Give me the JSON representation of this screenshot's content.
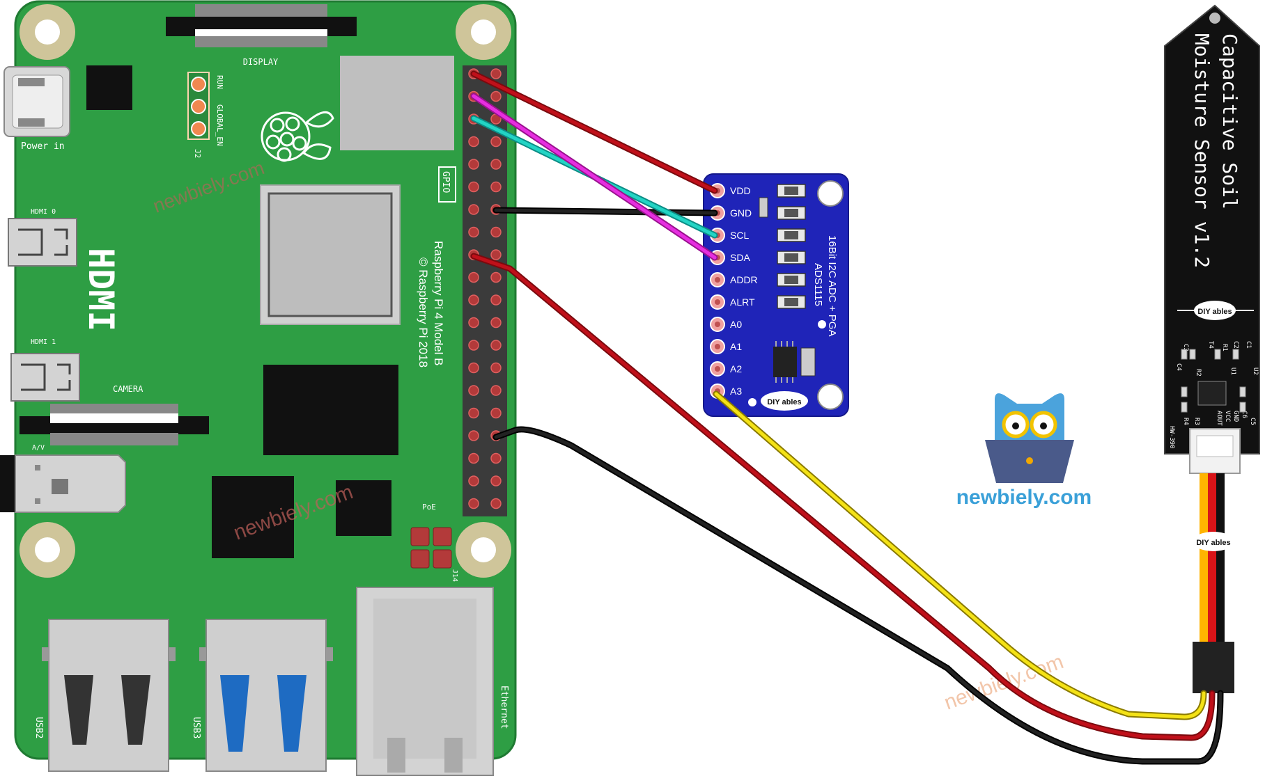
{
  "raspberry_pi": {
    "display_label": "DISPLAY",
    "power_label": "Power in",
    "hdmi0_label": "HDMI 0",
    "hdmi1_label": "HDMI 1",
    "hdmi_big_label": "HDMI",
    "camera_label": "CAMERA",
    "av_label": "A/V",
    "run_label": "RUN",
    "global_en_label": "GLOBAL_EN",
    "j2_label": "J2",
    "gpio_label": "GPIO",
    "model_line1": "Raspberry Pi 4 Model B",
    "model_line2": "© Raspberry Pi 2018",
    "poe_label": "PoE",
    "j14_label": "J14",
    "usb2_label": "USB2",
    "usb3_label": "USB3",
    "ethernet_label": "Ethernet"
  },
  "adc_module": {
    "title_line1": "16Bit I2C ADC + PGA",
    "title_line2": "ADS1115",
    "pins": [
      "VDD",
      "GND",
      "SCL",
      "SDA",
      "ADDR",
      "ALRT",
      "A0",
      "A1",
      "A2",
      "A3"
    ],
    "logo": "DIY ables"
  },
  "sensor": {
    "title_line1": "Capacitive Soil",
    "title_line2": "Moisture Sensor v1.2",
    "logo": "DIY ables",
    "silk_labels": [
      "C3",
      "C4",
      "T4",
      "R1",
      "C2",
      "C1",
      "U2",
      "R2",
      "U1",
      "AOUT",
      "VCC",
      "GND",
      "C6",
      "C5",
      "R4",
      "R3",
      "HW-390"
    ]
  },
  "branding": {
    "site": "newbiely.com",
    "watermark": "newbiely.com"
  },
  "colors": {
    "pcb_green": "#2e9e44",
    "adc_blue": "#1f24b8",
    "wire_red": "#c0101a",
    "wire_black": "#111111",
    "wire_yellow": "#f4e216",
    "wire_magenta": "#e62ee0",
    "wire_cyan": "#22d4c4",
    "brand_blue": "#3aa0d8"
  },
  "wires": [
    {
      "name": "vdd-wire",
      "color": "red"
    },
    {
      "name": "gnd-wire",
      "color": "black"
    },
    {
      "name": "scl-wire",
      "color": "cyan"
    },
    {
      "name": "sda-wire",
      "color": "magenta"
    },
    {
      "name": "a3-signal-wire",
      "color": "yellow"
    },
    {
      "name": "sensor-vcc-wire",
      "color": "red"
    },
    {
      "name": "sensor-gnd-wire",
      "color": "black"
    }
  ]
}
